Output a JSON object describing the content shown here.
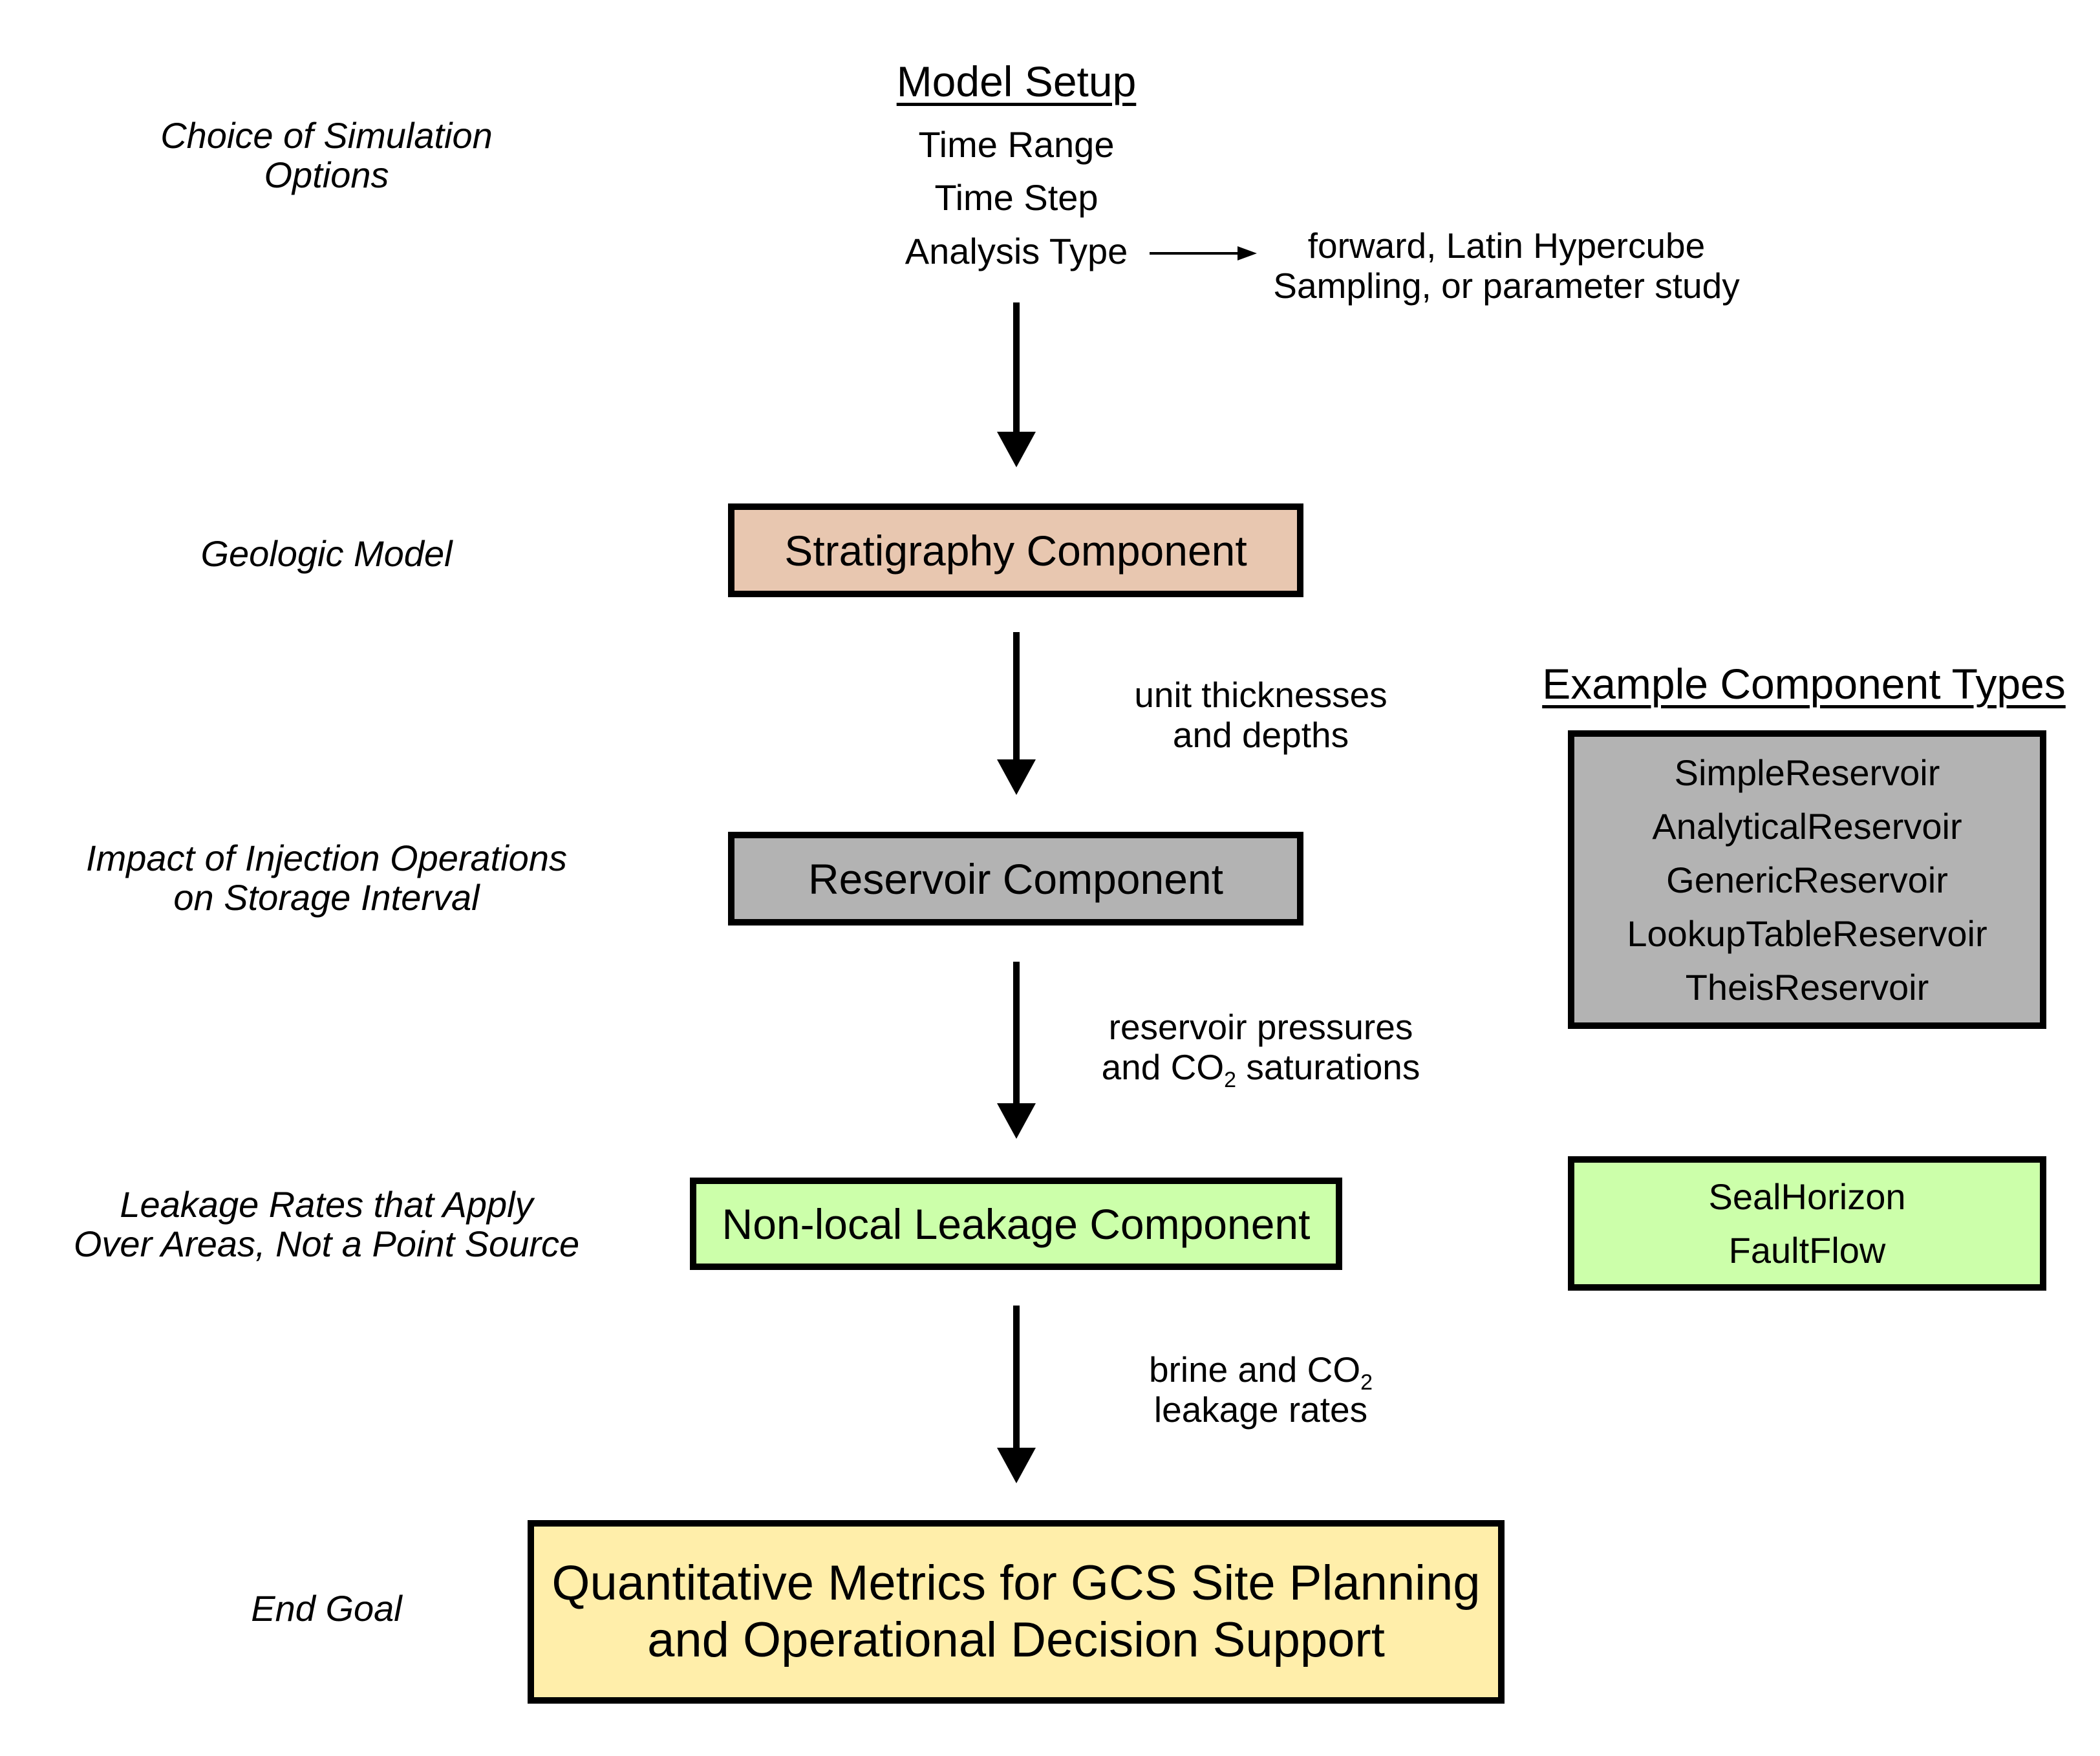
{
  "colors": {
    "stratigraphy": "#E8C7B0",
    "reservoir": "#B3B3B3",
    "leakage": "#CCFFAA",
    "goal": "#FFEEAA",
    "stroke": "#000000"
  },
  "left_labels": {
    "simulation": [
      "Choice of Simulation",
      "Options"
    ],
    "geologic": [
      "Geologic Model"
    ],
    "injection": [
      "Impact of Injection Operations",
      "on Storage Interval"
    ],
    "leakage": [
      "Leakage Rates that Apply",
      "Over Areas, Not a Point Source"
    ],
    "goal": [
      "End Goal"
    ]
  },
  "model_setup": {
    "title": "Model Setup",
    "items": [
      "Time Range",
      "Time Step",
      "Analysis Type"
    ],
    "analysis_options": [
      "forward, Latin Hypercube",
      "Sampling, or parameter study"
    ]
  },
  "components": {
    "stratigraphy": "Stratigraphy Component",
    "reservoir": "Reservoir Component",
    "leakage": "Non-local Leakage Component",
    "goal": [
      "Quantitative Metrics for GCS Site Planning",
      "and Operational Decision Support"
    ]
  },
  "flows": {
    "strat_to_res": [
      "unit thicknesses",
      "and depths"
    ],
    "res_to_leak": {
      "line1": "reservoir pressures",
      "line2_pre": "and CO",
      "line2_sub": "2",
      "line2_post": " saturations"
    },
    "leak_to_goal": {
      "line1_pre": "brine and CO",
      "line1_sub": "2",
      "line2": "leakage rates"
    }
  },
  "examples": {
    "title": "Example Component Types",
    "reservoir_types": [
      "SimpleReservoir",
      "AnalyticalReservoir",
      "GenericReservoir",
      "LookupTableReservoir",
      "TheisReservoir"
    ],
    "leakage_types": [
      "SealHorizon",
      "FaultFlow"
    ]
  }
}
